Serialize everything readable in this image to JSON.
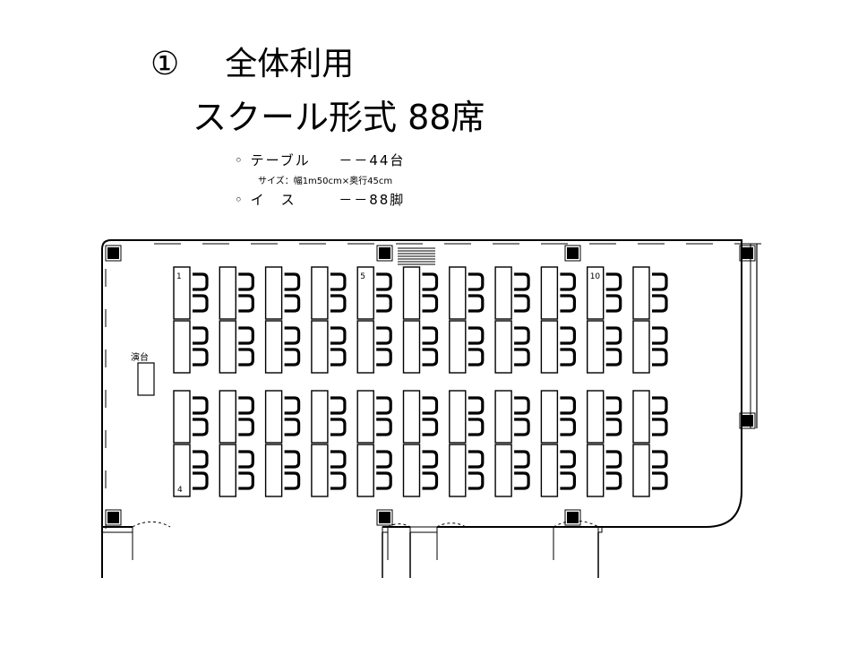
{
  "title": {
    "number": "①",
    "name": "全体利用",
    "layout": "スクール形式 88席"
  },
  "specs": {
    "table_label": "テーブル",
    "table_count": "－－44台",
    "table_size": "サイズ：幅1m50cm×奥行45cm",
    "chair_label": "イ　ス",
    "chair_count": "－－88脚",
    "bullet": "◦"
  },
  "floor_plan": {
    "podium_label": "演台",
    "column_number_labels": [
      "1",
      "5",
      "10"
    ],
    "row_end_label": "4",
    "table_columns": 11,
    "tables_per_column": 4,
    "chairs_per_table": 2,
    "line_color": "#000000",
    "background": "#ffffff"
  }
}
